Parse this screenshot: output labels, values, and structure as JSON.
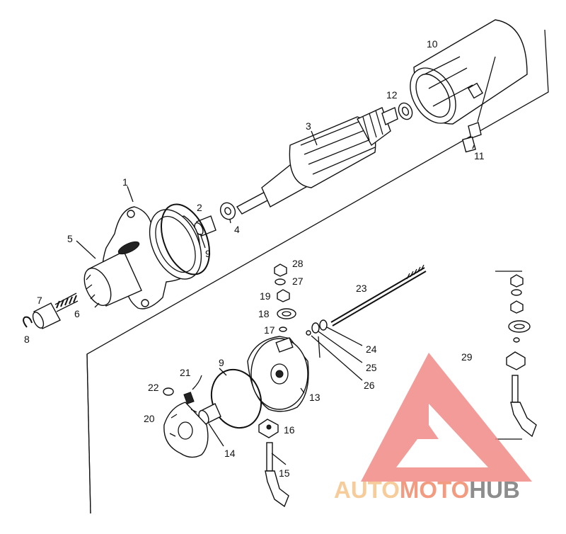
{
  "diagram": {
    "callouts": [
      {
        "id": "1",
        "text": "1"
      },
      {
        "id": "2",
        "text": "2"
      },
      {
        "id": "3",
        "text": "3"
      },
      {
        "id": "4",
        "text": "4"
      },
      {
        "id": "5",
        "text": "5"
      },
      {
        "id": "6",
        "text": "6"
      },
      {
        "id": "7",
        "text": "7"
      },
      {
        "id": "8",
        "text": "8"
      },
      {
        "id": "9a",
        "text": "9"
      },
      {
        "id": "9b",
        "text": "9"
      },
      {
        "id": "10",
        "text": "10"
      },
      {
        "id": "11",
        "text": "11"
      },
      {
        "id": "12",
        "text": "12"
      },
      {
        "id": "13",
        "text": "13"
      },
      {
        "id": "14",
        "text": "14"
      },
      {
        "id": "15",
        "text": "15"
      },
      {
        "id": "16",
        "text": "16"
      },
      {
        "id": "17",
        "text": "17"
      },
      {
        "id": "18",
        "text": "18"
      },
      {
        "id": "19",
        "text": "19"
      },
      {
        "id": "20",
        "text": "20"
      },
      {
        "id": "21",
        "text": "21"
      },
      {
        "id": "22",
        "text": "22"
      },
      {
        "id": "23",
        "text": "23"
      },
      {
        "id": "24",
        "text": "24"
      },
      {
        "id": "25",
        "text": "25"
      },
      {
        "id": "26",
        "text": "26"
      },
      {
        "id": "27",
        "text": "27"
      },
      {
        "id": "28",
        "text": "28"
      },
      {
        "id": "29",
        "text": "29"
      }
    ]
  },
  "watermark": {
    "part1": "AUTO",
    "part2": "MOTO",
    "part3": "HUB",
    "colors": {
      "auto": "#f6c48a",
      "moto": "#f28a6a",
      "hub": "#7a7a7a",
      "triangle": "#f08a86"
    }
  }
}
